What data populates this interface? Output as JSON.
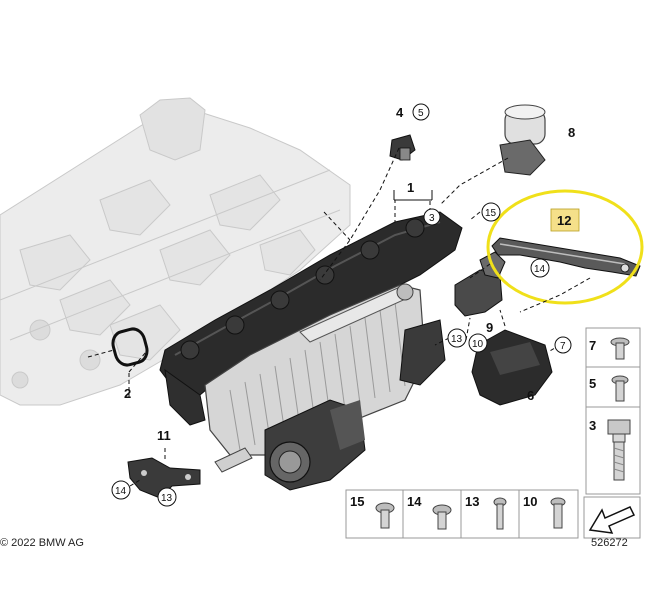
{
  "diagram": {
    "copyright": "© 2022 BMW AG",
    "image_number": "526272",
    "highlight_color": "#f0e01a",
    "callouts": [
      {
        "label": "1"
      },
      {
        "label": "2"
      },
      {
        "label": "3"
      },
      {
        "label": "4"
      },
      {
        "label": "5"
      },
      {
        "label": "7"
      },
      {
        "label": "8"
      },
      {
        "label": "9"
      },
      {
        "label": "10"
      },
      {
        "label": "11"
      },
      {
        "label": "12"
      },
      {
        "label": "13"
      },
      {
        "label": "13"
      },
      {
        "label": "14"
      },
      {
        "label": "14"
      },
      {
        "label": "15"
      },
      {
        "label": "6"
      }
    ],
    "legend_right": [
      {
        "label": "7"
      },
      {
        "label": "5"
      },
      {
        "label": "3"
      }
    ],
    "legend_bottom": [
      {
        "label": "15"
      },
      {
        "label": "14"
      },
      {
        "label": "13"
      },
      {
        "label": "10"
      }
    ]
  }
}
